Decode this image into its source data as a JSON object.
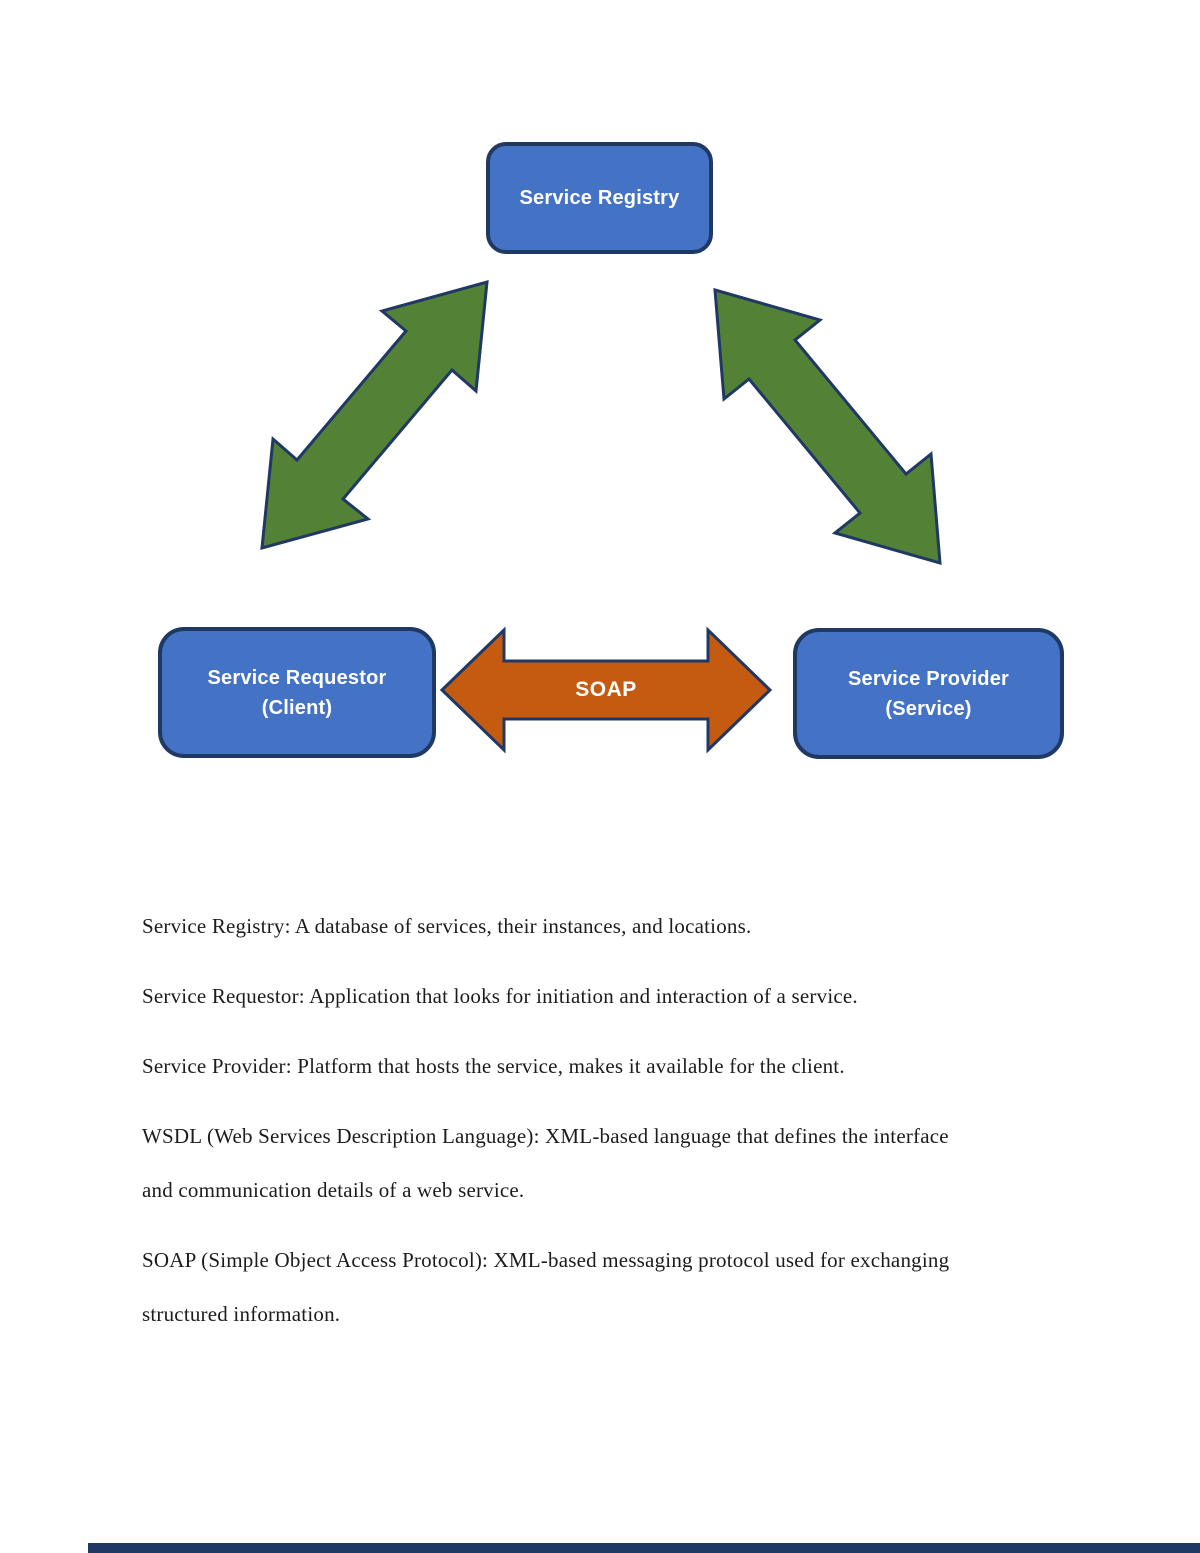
{
  "diagram": {
    "nodes": [
      {
        "id": "service-registry",
        "lines": [
          "Service Registry"
        ]
      },
      {
        "id": "service-requestor",
        "lines": [
          "Service Requestor",
          "(Client)"
        ]
      },
      {
        "id": "service-provider",
        "lines": [
          "Service Provider",
          "(Service)"
        ]
      }
    ],
    "soap_label": "SOAP",
    "connections": [
      {
        "from": "service-requestor",
        "to": "service-registry",
        "style": "green-double-arrow"
      },
      {
        "from": "service-provider",
        "to": "service-registry",
        "style": "green-double-arrow"
      },
      {
        "from": "service-requestor",
        "to": "service-provider",
        "style": "orange-double-arrow",
        "label": "SOAP"
      }
    ]
  },
  "definitions": [
    {
      "lines": [
        "Service Registry: A database of services, their instances, and locations."
      ]
    },
    {
      "lines": [
        "Service Requestor: Application that looks for initiation and interaction of a service."
      ]
    },
    {
      "lines": [
        "Service Provider: Platform that hosts the service, makes it available for the client."
      ]
    },
    {
      "lines": [
        "WSDL (Web Services Description Language): XML-based language that defines the interface",
        "and communication details of a web service."
      ]
    },
    {
      "lines": [
        "SOAP (Simple Object Access Protocol): XML-based messaging protocol used for exchanging",
        "structured information."
      ]
    }
  ],
  "colors": {
    "page_bg": "#ffffff",
    "box_fill": "#4472c4",
    "box_border": "#1f3864",
    "green_fill": "#538135",
    "orange_fill": "#c55a11",
    "arrow_stroke": "#1f3864",
    "node_text": "#ffffff",
    "body_text": "#1c1c1c",
    "edge_bar": "#1f3864"
  }
}
